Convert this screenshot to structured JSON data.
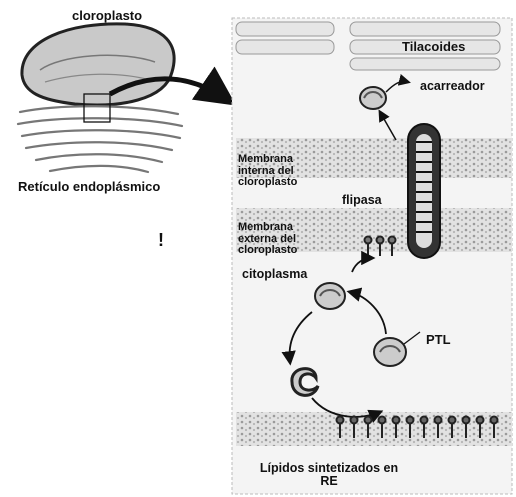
{
  "labels": {
    "chloroplast": "cloroplasto",
    "er": "Retículo endoplásmico",
    "thylakoids": "Tilacoides",
    "carrier": "acarreador",
    "inner_membrane": "Membrana interna del cloroplasto",
    "flippase": "flipasa",
    "outer_membrane": "Membrana externa del cloroplasto",
    "cytoplasm": "citoplasma",
    "ptl": "PTL",
    "er_lipids": "Lípidos sintetizados en RE"
  },
  "colors": {
    "ink": "#111111",
    "membrane_grey": "#b9b9b9",
    "panel_bg": "#f4f4f4"
  }
}
